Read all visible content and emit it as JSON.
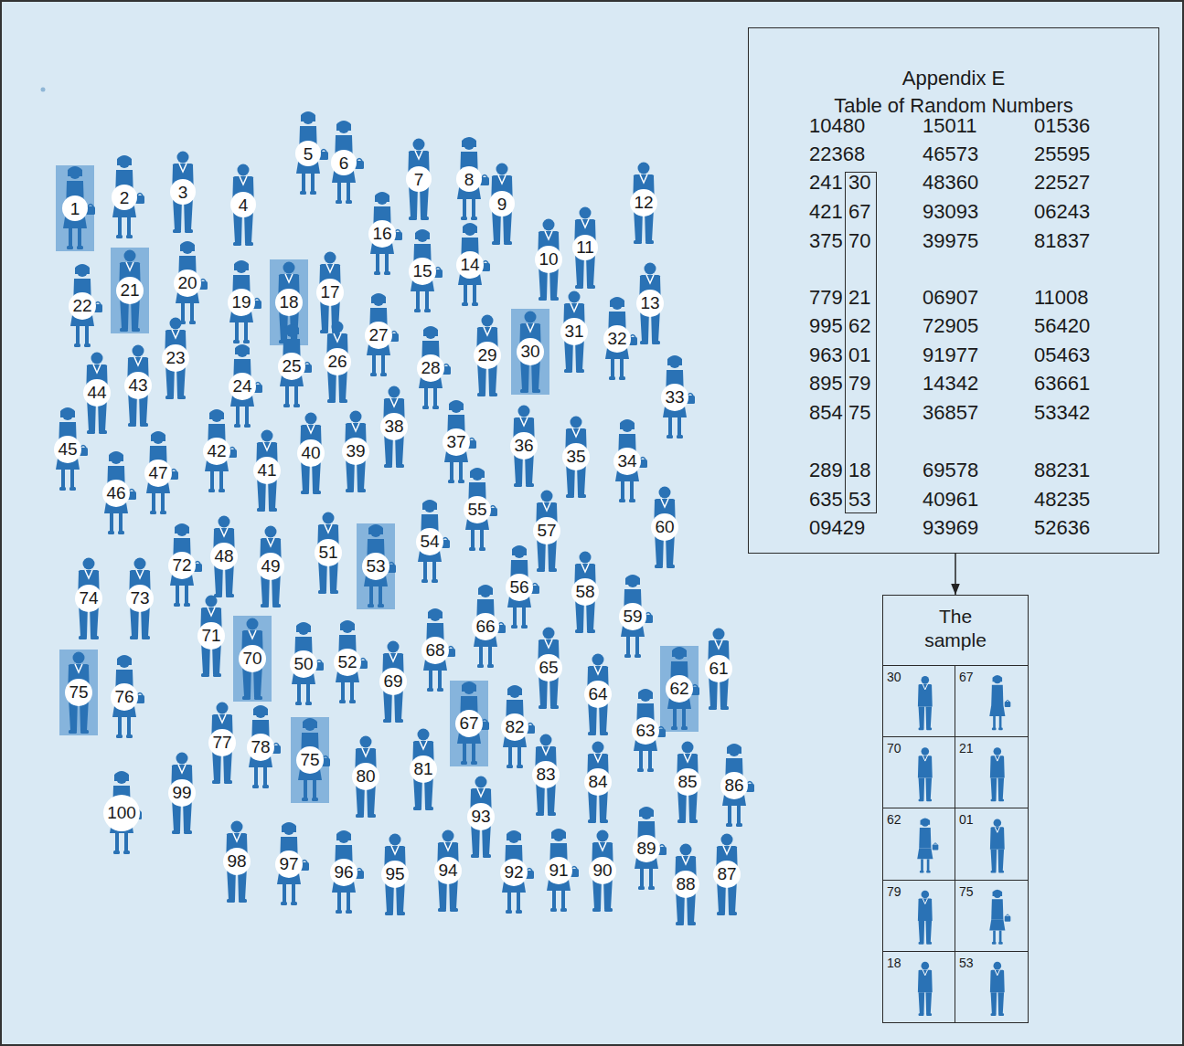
{
  "diagram": {
    "nodes": [
      {
        "text": [
          "1"
        ]
      },
      {
        "text": [
          "2"
        ]
      },
      {
        "text": [
          "3"
        ]
      },
      {
        "text": [
          "4"
        ]
      },
      {
        "text": [
          "5"
        ]
      },
      {
        "text": [
          "6"
        ]
      },
      {
        "text": [
          "7"
        ]
      },
      {
        "text": [
          "8"
        ]
      },
      {
        "text": [
          "9"
        ]
      },
      {
        "text": [
          "12"
        ]
      },
      {
        "text": [
          "16"
        ]
      },
      {
        "text": [
          "10"
        ]
      },
      {
        "text": [
          "11"
        ]
      },
      {
        "text": [
          "22"
        ]
      },
      {
        "text": [
          "21"
        ]
      },
      {
        "text": [
          "20"
        ]
      },
      {
        "text": [
          "19"
        ]
      },
      {
        "text": [
          "18"
        ]
      },
      {
        "text": [
          "17"
        ]
      },
      {
        "text": [
          "15"
        ]
      },
      {
        "text": [
          "14"
        ]
      },
      {
        "text": [
          "13"
        ]
      },
      {
        "text": [
          "27"
        ]
      },
      {
        "text": [
          "30"
        ]
      },
      {
        "text": [
          "31"
        ]
      },
      {
        "text": [
          "32"
        ]
      },
      {
        "text": [
          "23"
        ]
      },
      {
        "text": [
          "29"
        ]
      },
      {
        "text": [
          "28"
        ]
      },
      {
        "text": [
          "26"
        ]
      },
      {
        "text": [
          "25"
        ]
      },
      {
        "text": [
          "24"
        ]
      },
      {
        "text": [
          "44"
        ]
      },
      {
        "text": [
          "43"
        ]
      },
      {
        "text": [
          "33"
        ]
      },
      {
        "text": [
          "45"
        ]
      },
      {
        "text": [
          "38"
        ]
      },
      {
        "text": [
          "37"
        ]
      },
      {
        "text": [
          "36"
        ]
      },
      {
        "text": [
          "35"
        ]
      },
      {
        "text": [
          "34"
        ]
      },
      {
        "text": [
          "40"
        ]
      },
      {
        "text": [
          "39"
        ]
      },
      {
        "text": [
          "42"
        ]
      },
      {
        "text": [
          "41"
        ]
      },
      {
        "text": [
          "47"
        ]
      },
      {
        "text": [
          "46"
        ]
      },
      {
        "text": [
          "60"
        ]
      },
      {
        "text": [
          "57"
        ]
      },
      {
        "text": [
          "55"
        ]
      },
      {
        "text": [
          "54"
        ]
      },
      {
        "text": [
          "51"
        ]
      },
      {
        "text": [
          "53"
        ]
      },
      {
        "text": [
          "49"
        ]
      },
      {
        "text": [
          "48"
        ]
      },
      {
        "text": [
          "72"
        ]
      },
      {
        "text": [
          "74"
        ]
      },
      {
        "text": [
          "73"
        ]
      },
      {
        "text": [
          "56"
        ]
      },
      {
        "text": [
          "58"
        ]
      },
      {
        "text": [
          "59"
        ]
      },
      {
        "text": [
          "66"
        ]
      },
      {
        "text": [
          "71"
        ]
      },
      {
        "text": [
          "70"
        ]
      },
      {
        "text": [
          "50"
        ]
      },
      {
        "text": [
          "52"
        ]
      },
      {
        "text": [
          "69"
        ]
      },
      {
        "text": [
          "68"
        ]
      },
      {
        "text": [
          "65"
        ]
      },
      {
        "text": [
          "64"
        ]
      },
      {
        "text": [
          "62"
        ]
      },
      {
        "text": [
          "61"
        ]
      },
      {
        "text": [
          "75"
        ]
      },
      {
        "text": [
          "76"
        ]
      },
      {
        "text": [
          "77"
        ]
      },
      {
        "text": [
          "78"
        ]
      },
      {
        "text": [
          "75"
        ]
      },
      {
        "text": [
          "80"
        ]
      },
      {
        "text": [
          "81"
        ]
      },
      {
        "text": [
          "67"
        ]
      },
      {
        "text": [
          "82"
        ]
      },
      {
        "text": [
          "83"
        ]
      },
      {
        "text": [
          "63"
        ]
      },
      {
        "text": [
          "84"
        ]
      },
      {
        "text": [
          "85"
        ]
      },
      {
        "text": [
          "86"
        ]
      },
      {
        "text": [
          "93"
        ]
      },
      {
        "text": [
          "99"
        ]
      },
      {
        "text": [
          "100"
        ]
      },
      {
        "text": [
          "98"
        ]
      },
      {
        "text": [
          "97"
        ]
      },
      {
        "text": [
          "96"
        ]
      },
      {
        "text": [
          "95"
        ]
      },
      {
        "text": [
          "94"
        ]
      },
      {
        "text": [
          "92"
        ]
      },
      {
        "text": [
          "91"
        ]
      },
      {
        "text": [
          "90"
        ]
      },
      {
        "text": [
          "89"
        ]
      },
      {
        "text": [
          "88"
        ]
      },
      {
        "text": [
          "87"
        ]
      },
      {
        "text": [
          "Appendix E",
          "Table of Random Numbers",
          "10480",
          "15011",
          "01536",
          "22368",
          "46573",
          "25595",
          "241",
          "48360",
          "22527",
          "421",
          "93093",
          "06243",
          "375",
          "39975",
          "81837",
          "779",
          "06907",
          "11008",
          "995",
          "72905",
          "56420",
          "963",
          "91977",
          "05463",
          "895",
          "14342",
          "63661",
          "854",
          "36857",
          "53342",
          "289",
          "69578",
          "88231",
          "635",
          "40961",
          "48235",
          "09429",
          "93969",
          "52636"
        ]
      },
      {
        "text": [
          "30",
          "67",
          "70",
          "21",
          "62",
          "01",
          "79",
          "75",
          "18",
          "53"
        ],
        "in": 100
      },
      {
        "text": [
          "The sample"
        ]
      },
      {
        "text": [
          "30"
        ],
        "in": 102
      },
      {
        "text": [
          "67"
        ],
        "in": 102
      },
      {
        "text": [
          "70"
        ],
        "in": 102
      },
      {
        "text": [
          "21"
        ],
        "in": 102
      },
      {
        "text": [
          "62"
        ],
        "in": 102
      },
      {
        "text": [
          "01"
        ],
        "in": 102
      },
      {
        "text": [
          "79"
        ],
        "in": 102
      },
      {
        "text": [
          "75"
        ],
        "in": 102
      },
      {
        "text": [
          "18"
        ],
        "in": 102
      },
      {
        "text": [
          "53"
        ],
        "in": 102
      }
    ],
    "edges": [
      {
        "from": 100,
        "to": 102,
        "arrow": "to"
      }
    ]
  }
}
